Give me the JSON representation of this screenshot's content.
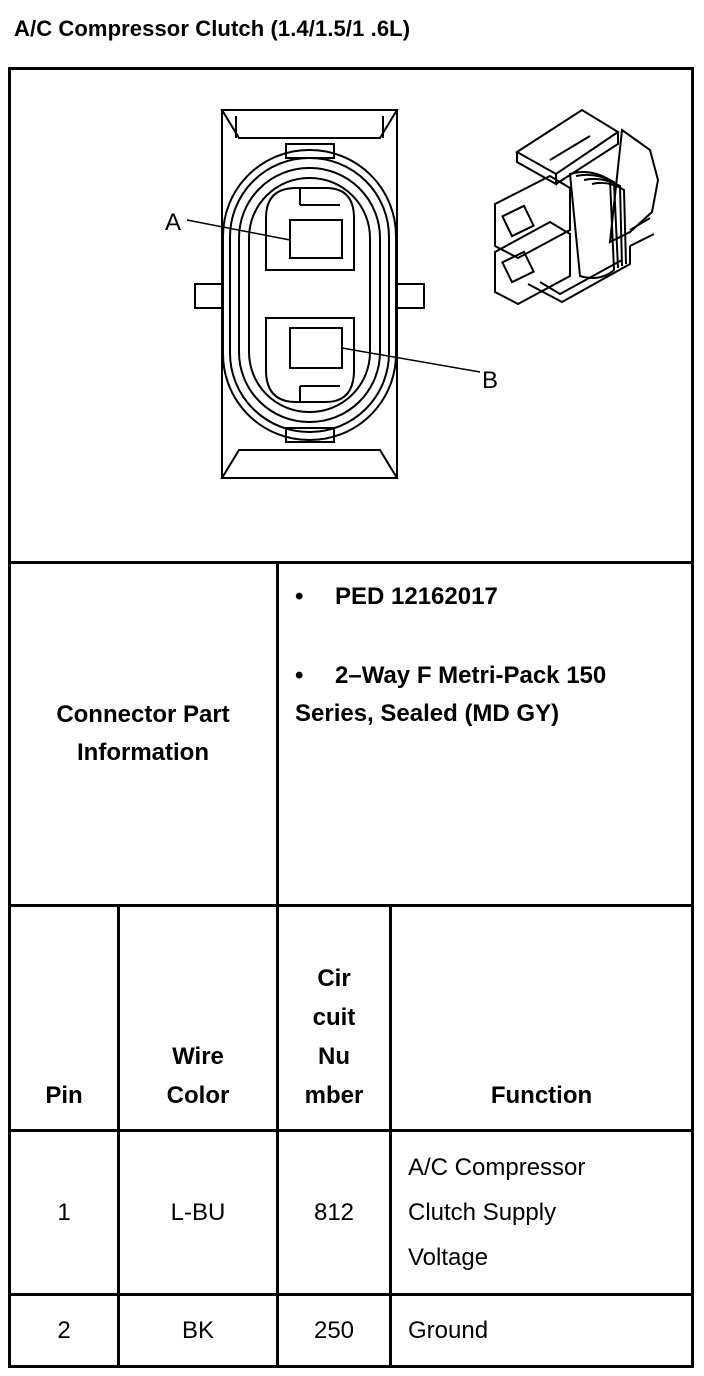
{
  "title": "A/C Compressor Clutch (1.4/1.5/1 .6L)",
  "figure": {
    "pin_a_label": "A",
    "pin_b_label": "B"
  },
  "connector_info": {
    "label": "Connector Part Information",
    "bullets": [
      "PED 12162017",
      "2–Way F Metri-Pack 150 Series, Sealed (MD GY)"
    ]
  },
  "table": {
    "headers": {
      "pin": "Pin",
      "wire_color_1": "Wire",
      "wire_color_2": "Color",
      "circuit_1": "Cir",
      "circuit_2": "cuit",
      "circuit_3": "Nu",
      "circuit_4": "mber",
      "function": "Function"
    },
    "rows": [
      {
        "pin": "1",
        "wire_color": "L-BU",
        "circuit": "812",
        "function_lines": [
          "A/C Compressor",
          "Clutch Supply",
          "Voltage"
        ]
      },
      {
        "pin": "2",
        "wire_color": "BK",
        "circuit": "250",
        "function_lines": [
          "Ground"
        ]
      }
    ]
  }
}
